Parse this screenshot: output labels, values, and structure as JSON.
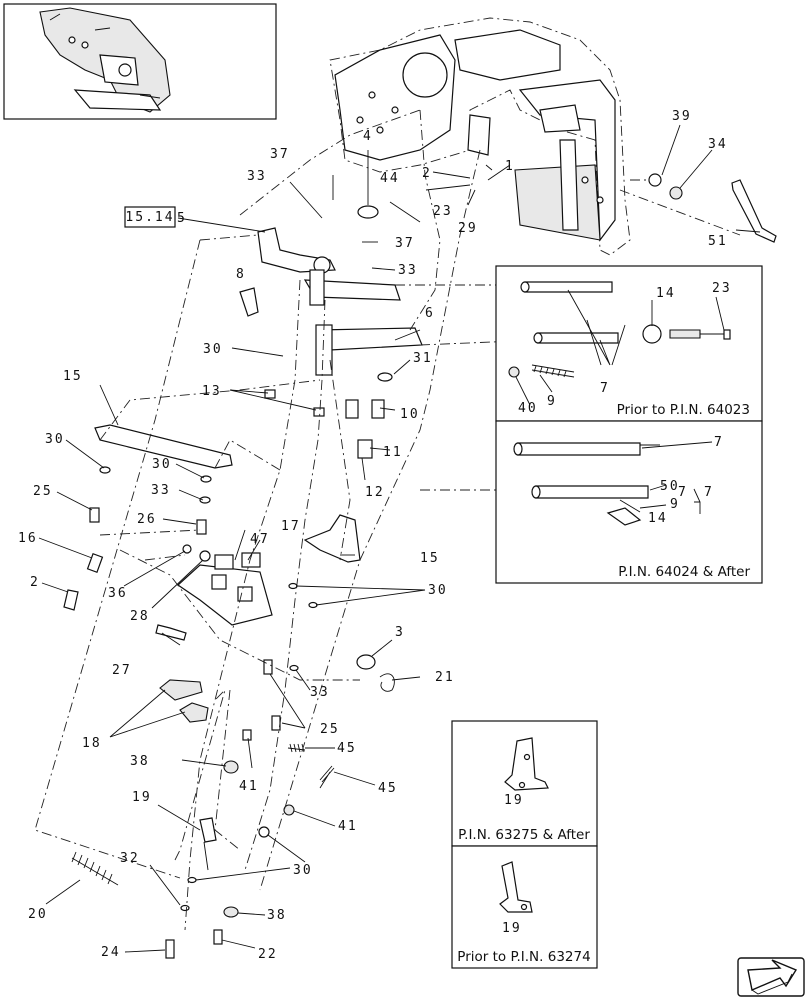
{
  "ref_box": "15.14",
  "labels": {
    "l1": "1",
    "l2a": "2",
    "l2b": "2",
    "l3": "3",
    "l4": "4",
    "l5": "5",
    "l6": "6",
    "l7a": "7",
    "l7b": "7",
    "l7c": "7",
    "l7d": "7",
    "l8": "8",
    "l9a": "9",
    "l9b": "9",
    "l10": "10",
    "l11": "11",
    "l12": "12",
    "l13": "13",
    "l14a": "14",
    "l14b": "14",
    "l15a": "15",
    "l15b": "15",
    "l16": "16",
    "l17": "17",
    "l18": "18",
    "l19a": "19",
    "l19b": "19",
    "l19c": "19",
    "l20": "20",
    "l21": "21",
    "l22": "22",
    "l23a": "23",
    "l23b": "23",
    "l24": "24",
    "l25a": "25",
    "l25b": "25",
    "l26": "26",
    "l27": "27",
    "l28": "28",
    "l29": "29",
    "l30a": "30",
    "l30b": "30",
    "l30c": "30",
    "l30d": "30",
    "l30e": "30",
    "l31": "31",
    "l32": "32",
    "l33a": "33",
    "l33b": "33",
    "l33c": "33",
    "l33d": "33",
    "l34": "34",
    "l36": "36",
    "l37a": "37",
    "l37b": "37",
    "l38a": "38",
    "l38b": "38",
    "l39": "39",
    "l40": "40",
    "l41a": "41",
    "l41b": "41",
    "l44": "44",
    "l45a": "45",
    "l45b": "45",
    "l47": "47",
    "l50": "50",
    "l51": "51"
  },
  "captions": {
    "prior_64023": "Prior to P.I.N. 64023",
    "after_64024": "P.I.N. 64024 & After",
    "after_63275": "P.I.N. 63275 & After",
    "prior_63274": "Prior to P.I.N. 63274"
  },
  "nav_icon": "next-page-arrow-icon"
}
